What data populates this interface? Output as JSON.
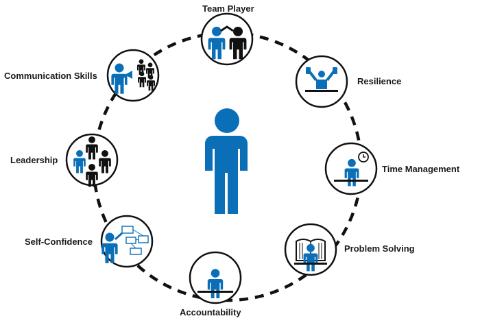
{
  "colors": {
    "accent": "#0b6fb8",
    "ink": "#111111",
    "ring": "#111111"
  },
  "center_icon": "person-icon",
  "skills": [
    {
      "label": "Team Player",
      "icon": "team-high-five-icon"
    },
    {
      "label": "Resilience",
      "icon": "weightlifter-icon"
    },
    {
      "label": "Time Management",
      "icon": "person-clock-desk-icon"
    },
    {
      "label": "Problem Solving",
      "icon": "person-book-icon"
    },
    {
      "label": "Accountability",
      "icon": "person-at-desk-icon"
    },
    {
      "label": "Self-Confidence",
      "icon": "presenter-board-icon"
    },
    {
      "label": "Leadership",
      "icon": "leader-group-icon"
    },
    {
      "label": "Communication Skills",
      "icon": "megaphone-audience-icon"
    }
  ]
}
